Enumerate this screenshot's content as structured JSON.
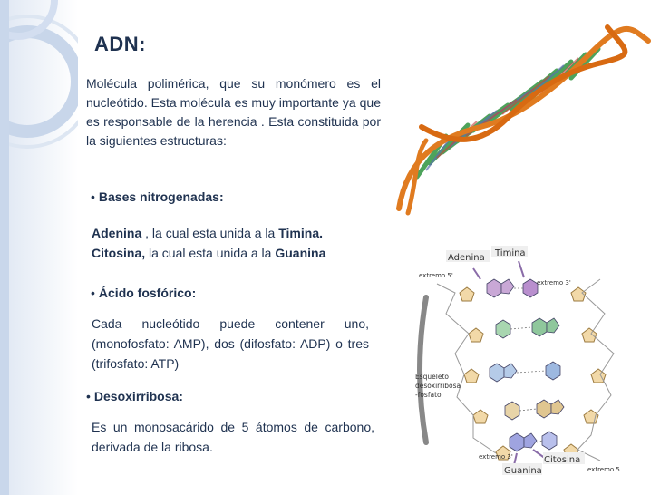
{
  "slide": {
    "title": "ADN:",
    "intro": "Molécula polimérica, que su monómero es el nucleótido. Esta molécula es muy importante ya que es responsable de la herencia . Esta constituida por la siguientes estructuras:",
    "bases": {
      "heading": "Bases nitrogenadas:",
      "line1": {
        "b1": "Adenina",
        "t1": " , la cual esta unida a la ",
        "b2": "Timina."
      },
      "line2": {
        "b1": "Citosina,",
        "t1": " la cual esta unida a la ",
        "b2": "Guanina"
      }
    },
    "acido": {
      "heading": "Ácido fosfórico:",
      "text": "Cada nucleótido puede contener uno, (monofosfato: AMP), dos (difosfato: ADP) o tres (trifosfato: ATP)"
    },
    "desox": {
      "heading": "Desoxirribosa:",
      "text": "Es un monosacárido de 5 átomos de carbono, derivada de la ribosa."
    },
    "bullet_char": "•"
  },
  "diagram": {
    "adenina": "Adenina",
    "timina": "Timina",
    "extremo5_top": "extremo 5'",
    "extremo3_top": "extremo 3'",
    "esqueleto": [
      "Esqueleto",
      "desoxirribosa",
      "-fosfato"
    ],
    "extremo3_bottom": "extremo 3'",
    "extremo5_bottom": "extremo 5",
    "citosina": "Citosina",
    "guanina": "Guanina"
  },
  "colors": {
    "text": "#1f3250",
    "band_light": "#c8d6ea",
    "band_mid": "#9fb4d6",
    "helix_backbone": "#e07b20",
    "helix_bases": "#3a9a4a"
  }
}
